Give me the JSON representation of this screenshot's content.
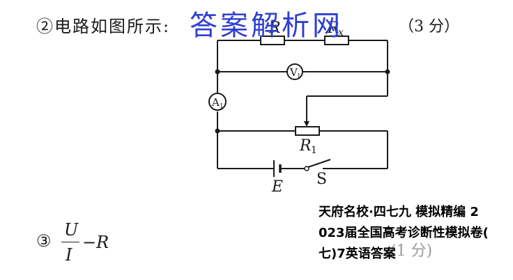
{
  "q2": {
    "label": "②电路如图所示:",
    "score": "（3 分）"
  },
  "watermark": "答案解析网",
  "circuit": {
    "R": "R",
    "Rx": "R",
    "Rx_sub": "x",
    "V1": "V",
    "V1_sub": "1",
    "A1": "A",
    "A1_sub": "1",
    "R1": "R",
    "R1_sub": "1",
    "E": "E",
    "S": "S"
  },
  "q3": {
    "num": "③",
    "numerator": "U",
    "denominator": "I",
    "tail": "−R",
    "score": "(1 分)"
  },
  "stamp": [
    "天府名校·四七九 模拟精编 2",
    "023届全国高考诊断性模拟卷(",
    "七)7英语答案"
  ]
}
